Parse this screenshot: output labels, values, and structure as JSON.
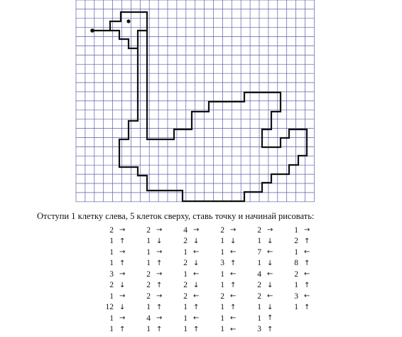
{
  "instruction": "Отступи 1 клетку слева, 5 клеток сверху, ставь точку и начинай рисовать:",
  "colors": {
    "grid": "#5a5fa8",
    "outline": "#111111",
    "dot": "#111111"
  },
  "arrows": {
    "right": "→",
    "left": "←",
    "up": "↑",
    "down": "↓"
  },
  "columns": [
    [
      {
        "n": "2",
        "d": "right"
      },
      {
        "n": "1",
        "d": "up"
      },
      {
        "n": "1",
        "d": "right"
      },
      {
        "n": "1",
        "d": "up"
      },
      {
        "n": "3",
        "d": "right"
      },
      {
        "n": "2",
        "d": "down"
      },
      {
        "n": "1",
        "d": "right"
      },
      {
        "n": "12",
        "d": "down"
      },
      {
        "n": "1",
        "d": "right"
      },
      {
        "n": "1",
        "d": "up"
      }
    ],
    [
      {
        "n": "2",
        "d": "right"
      },
      {
        "n": "1",
        "d": "down"
      },
      {
        "n": "1",
        "d": "right"
      },
      {
        "n": "1",
        "d": "up"
      },
      {
        "n": "2",
        "d": "right"
      },
      {
        "n": "2",
        "d": "up"
      },
      {
        "n": "2",
        "d": "right"
      },
      {
        "n": "1",
        "d": "up"
      },
      {
        "n": "4",
        "d": "right"
      },
      {
        "n": "1",
        "d": "up"
      }
    ],
    [
      {
        "n": "4",
        "d": "right"
      },
      {
        "n": "2",
        "d": "down"
      },
      {
        "n": "1",
        "d": "left"
      },
      {
        "n": "2",
        "d": "down"
      },
      {
        "n": "1",
        "d": "left"
      },
      {
        "n": "2",
        "d": "down"
      },
      {
        "n": "2",
        "d": "left"
      },
      {
        "n": "1",
        "d": "up"
      },
      {
        "n": "1",
        "d": "left"
      },
      {
        "n": "1",
        "d": "up"
      }
    ],
    [
      {
        "n": "2",
        "d": "right"
      },
      {
        "n": "1",
        "d": "down"
      },
      {
        "n": "1",
        "d": "left"
      },
      {
        "n": "3",
        "d": "up"
      },
      {
        "n": "1",
        "d": "left"
      },
      {
        "n": "1",
        "d": "up"
      },
      {
        "n": "2",
        "d": "left"
      },
      {
        "n": "1",
        "d": "up"
      },
      {
        "n": "1",
        "d": "left"
      },
      {
        "n": "1",
        "d": "left"
      }
    ],
    [
      {
        "n": "2",
        "d": "right"
      },
      {
        "n": "1",
        "d": "down"
      },
      {
        "n": "7",
        "d": "left"
      },
      {
        "n": "1",
        "d": "down"
      },
      {
        "n": "4",
        "d": "left"
      },
      {
        "n": "2",
        "d": "down"
      },
      {
        "n": "2",
        "d": "left"
      },
      {
        "n": "1",
        "d": "down"
      },
      {
        "n": "1",
        "d": "up"
      },
      {
        "n": "3",
        "d": "up"
      }
    ],
    [
      {
        "n": "1",
        "d": "right"
      },
      {
        "n": "2",
        "d": "up"
      },
      {
        "n": "1",
        "d": "left"
      },
      {
        "n": "8",
        "d": "up"
      },
      {
        "n": "2",
        "d": "left"
      },
      {
        "n": "1",
        "d": "up"
      },
      {
        "n": "3",
        "d": "left"
      },
      {
        "n": "1",
        "d": "up"
      }
    ]
  ]
}
